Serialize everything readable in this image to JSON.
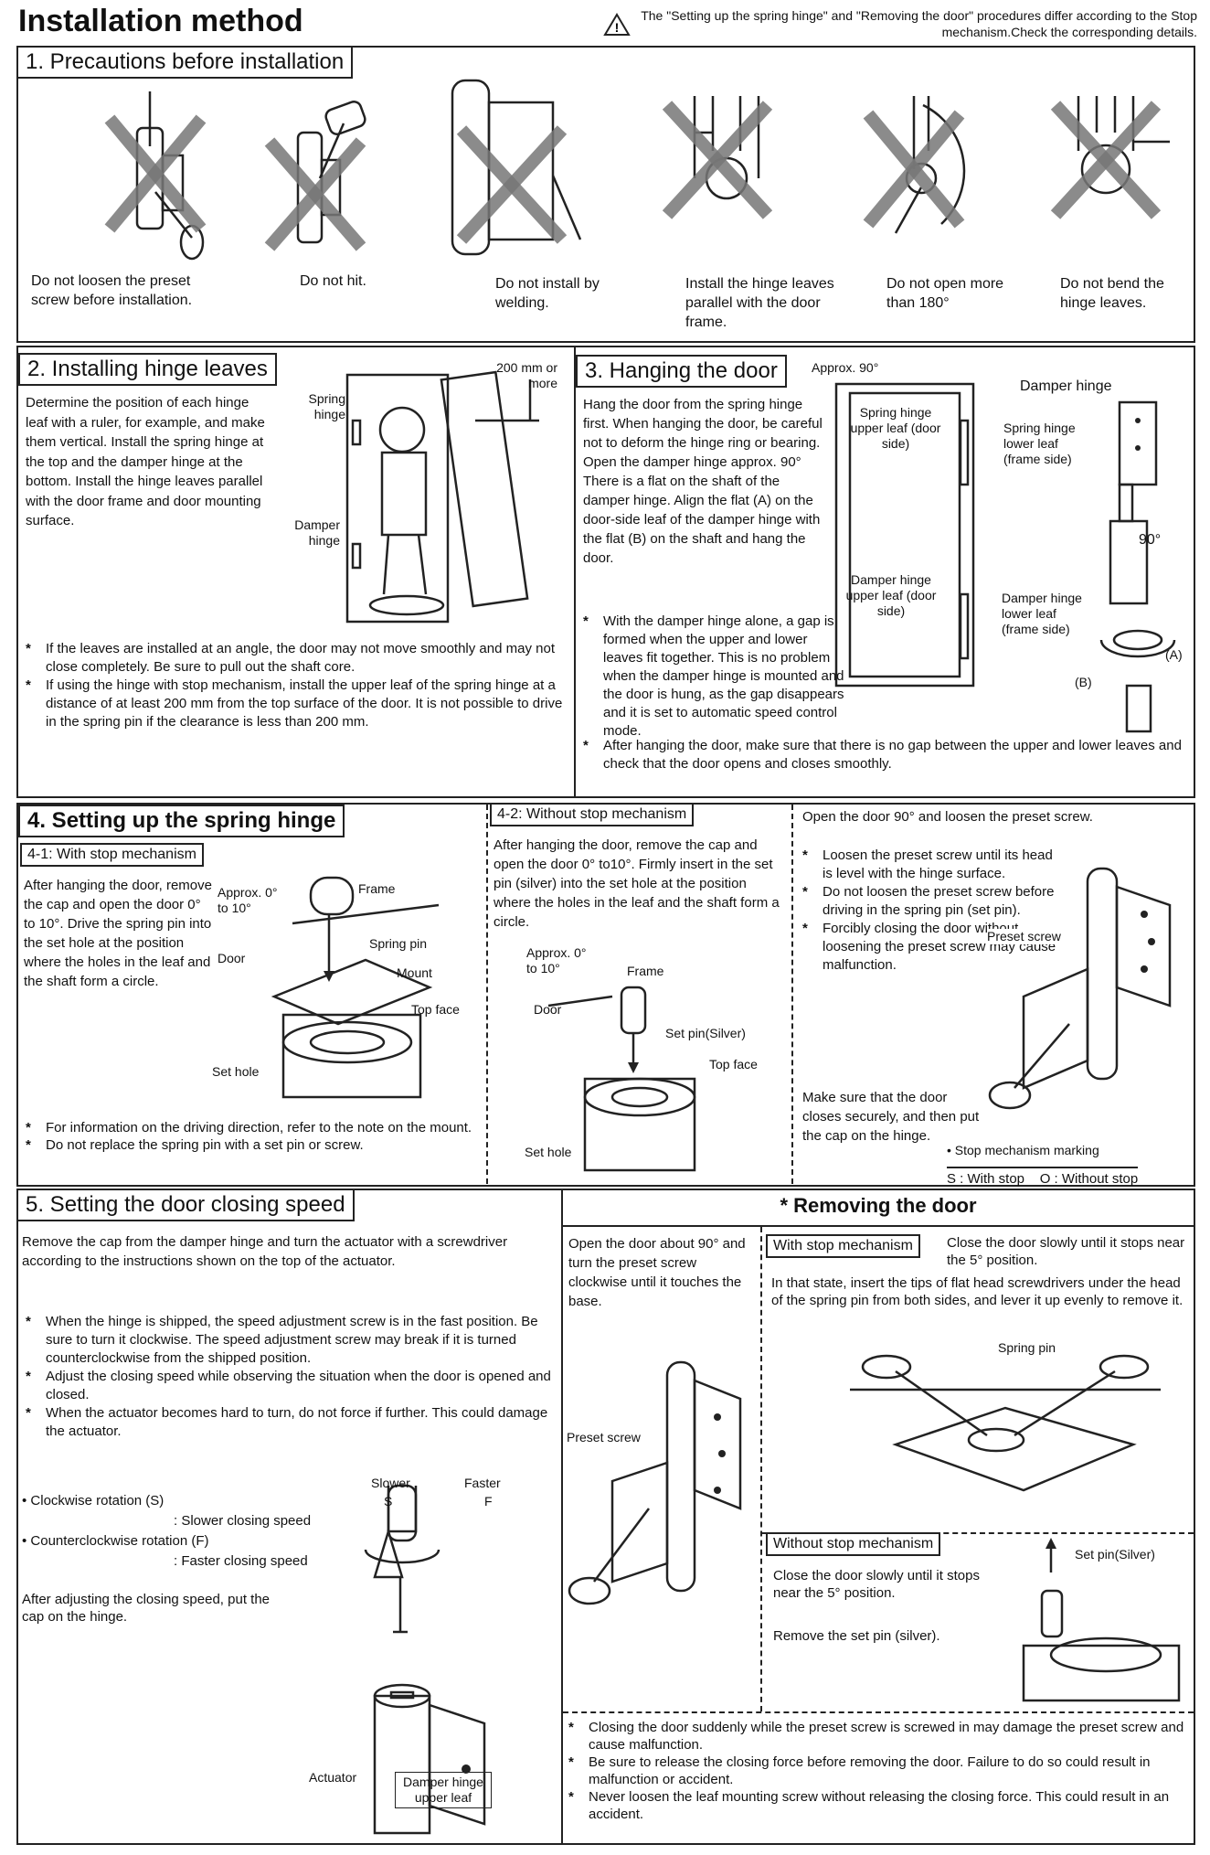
{
  "title": "Installation method",
  "warning": "The \"Setting up the spring hinge\" and \"Removing the door\" procedures differ according to the Stop mechanism.Check the corresponding details.",
  "s1": {
    "heading": "1. Precautions before installation",
    "items": [
      {
        "label": "Do not loosen the preset screw before installation.",
        "icon": "loosen-screw-icon"
      },
      {
        "label": "Do not hit.",
        "icon": "hammer-icon"
      },
      {
        "label": "Do not install by welding.",
        "icon": "welding-icon"
      },
      {
        "label": "Install the hinge leaves parallel with the door frame.",
        "icon": "parallel-leaves-icon"
      },
      {
        "label": "Do not open more than 180°",
        "icon": "open-angle-icon"
      },
      {
        "label": "Do not bend the hinge leaves.",
        "icon": "bend-leaves-icon"
      }
    ]
  },
  "s2": {
    "heading": "2. Installing hinge leaves",
    "body": "Determine the position of each hinge leaf with a ruler, for example, and make them vertical. Install the spring hinge at the top and the damper hinge at the bottom. Install the hinge leaves parallel with the door frame and door mounting surface.",
    "labels": {
      "spring": "Spring hinge",
      "damper": "Damper hinge",
      "dist": "200 mm or more"
    },
    "notes": [
      "If the leaves are installed at an angle, the door may not move smoothly and may not close completely. Be sure to pull out the shaft core.",
      "If using the hinge with stop mechanism, install the upper leaf of the spring hinge at a distance of at least 200 mm from the top surface of the door. It is not possible to drive in the spring pin if the clearance is less than 200 mm."
    ]
  },
  "s3": {
    "heading": "3. Hanging the door",
    "body": "Hang the door from the spring hinge first. When hanging the door, be careful not to deform the hinge ring or bearing. Open the damper hinge approx. 90° There is a flat on the shaft of the damper hinge. Align the flat (A) on the door-side leaf of the damper hinge with the flat (B) on the shaft and hang the door.",
    "note1": "With the damper hinge alone, a gap is formed when the upper and lower leaves fit together. This is no problem when the damper hinge is mounted and the door is hung, as the gap disappears and it is set to automatic speed control mode.",
    "note2": "After hanging the door, make sure that there is no gap between the upper and lower leaves and check that the door opens and closes smoothly.",
    "labels": {
      "approx": "Approx. 90°",
      "spring_upper": "Spring hinge upper leaf (door side)",
      "spring_lower": "Spring hinge lower leaf (frame side)",
      "damper_upper": "Damper hinge upper leaf (door side)",
      "damper_lower": "Damper hinge lower leaf (frame side)",
      "damper": "Damper hinge",
      "deg": "90°",
      "a": "(A)",
      "b": "(B)"
    }
  },
  "s4": {
    "heading": "4. Setting up the spring hinge",
    "sub1": "4-1: With stop mechanism",
    "body1": "After hanging the door, remove the cap and open the door 0° to 10°. Drive the spring pin into the set hole at the position where the holes in the leaf and the shaft form a circle.",
    "labels1": {
      "approx": "Approx. 0° to 10°",
      "frame": "Frame",
      "spring_pin": "Spring pin",
      "door": "Door",
      "mount": "Mount",
      "top_face": "Top face",
      "set_hole": "Set hole"
    },
    "notes1": [
      "For information on the driving direction, refer to the note on the mount.",
      "Do not replace the spring pin with a set pin or screw."
    ],
    "sub2": "4-2: Without stop mechanism",
    "body2": "After hanging the door, remove the cap and open the door 0° to10°. Firmly insert in the set pin (silver) into the set hole at the position where the holes in the leaf and the shaft form a circle.",
    "labels2": {
      "approx": "Approx. 0° to 10°",
      "frame": "Frame",
      "door": "Door",
      "set_pin": "Set pin(Silver)",
      "top_face": "Top face",
      "set_hole": "Set hole"
    },
    "right_intro": "Open the door 90° and loosen the preset screw.",
    "right_notes": [
      "Loosen the preset screw until its head is level with the hinge surface.",
      "Do not loosen the preset screw before driving in the spring pin (set pin).",
      "Forcibly closing the door without loosening the preset screw may cause malfunction."
    ],
    "preset_label": "Preset screw",
    "right_body": "Make sure that the door closes securely, and then put the cap on the hinge.",
    "marking_title": "• Stop mechanism marking",
    "marking_values": "S : With stop    O : Without stop"
  },
  "s5": {
    "heading": "5. Setting the door closing speed",
    "body": "Remove the cap from the damper hinge and turn the actuator with a screwdriver according to the instructions shown on the top of the actuator.",
    "notes": [
      "When the hinge is shipped, the speed adjustment screw is in the fast position. Be sure to turn it clockwise. The speed adjustment screw may break if it is turned counterclockwise from the shipped position.",
      "Adjust the closing speed while observing the situation when the door is opened and closed.",
      "When the actuator becomes hard to turn, do not force if further. This could damage the actuator."
    ],
    "cw": "• Clockwise rotation (S)",
    "cw2": ": Slower closing speed",
    "ccw": "• Counterclockwise rotation (F)",
    "ccw2": ": Faster closing speed",
    "after": "After adjusting the closing speed, put the cap on the hinge.",
    "labels": {
      "slower": "Slower",
      "faster": "Faster",
      "s": "S",
      "f": "F",
      "actuator": "Actuator",
      "damper_upper": "Damper hinge upper leaf"
    }
  },
  "s6": {
    "heading": "* Removing the door",
    "left_body": "Open the door about 90° and turn the preset screw clockwise until it touches the base.",
    "preset_label": "Preset screw",
    "with_head": "With stop mechanism",
    "with_body1": "Close the door slowly until it stops near the 5° position.",
    "with_body2": "In that state, insert the tips of flat head screwdrivers under the head of the spring pin from both sides, and lever it up evenly to remove it.",
    "spring_pin": "Spring pin",
    "without_head": "Without stop mechanism",
    "without_body1": "Close the door slowly until it stops near the 5° position.",
    "without_body2": "Remove the set pin (silver).",
    "set_pin": "Set pin(Silver)",
    "notes": [
      "Closing the door suddenly while the preset screw is screwed in may damage the preset screw and cause malfunction.",
      "Be sure to release the closing force before removing the door. Failure to do so could result in malfunction or accident.",
      "Never loosen the leaf mounting screw without releasing the closing force. This could result in an accident."
    ]
  }
}
